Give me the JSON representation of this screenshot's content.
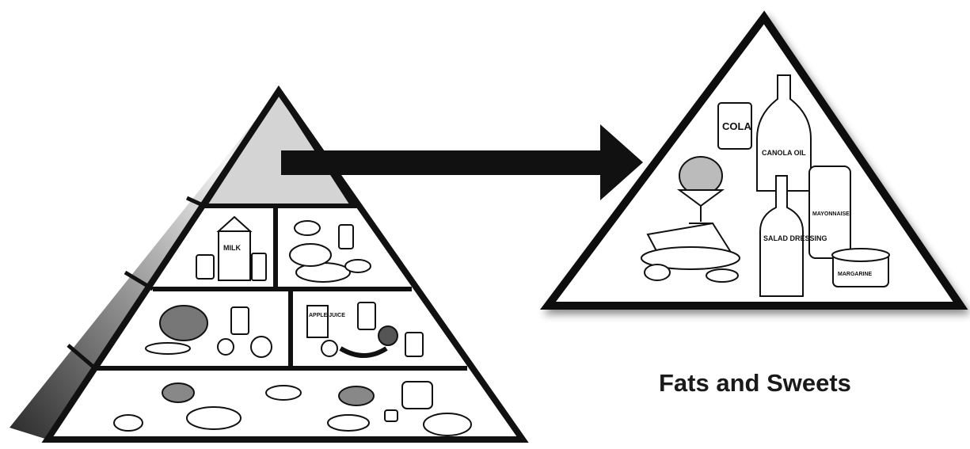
{
  "caption": "Fats and Sweets",
  "labels": {
    "milk_carton": "MILK",
    "cola": "COLA",
    "canola_oil": "CANOLA OIL",
    "salad_dressing": "SALAD DRESSING",
    "mayonnaise": "MAYONNAISE",
    "margarine": "MARGARINE",
    "apple_juice": "APPLE JUICE"
  },
  "colors": {
    "outline": "#111111",
    "apex_fill": "#d4d4d4",
    "side_dark": "#2a2a2a",
    "side_light": "#f4f4f4"
  }
}
